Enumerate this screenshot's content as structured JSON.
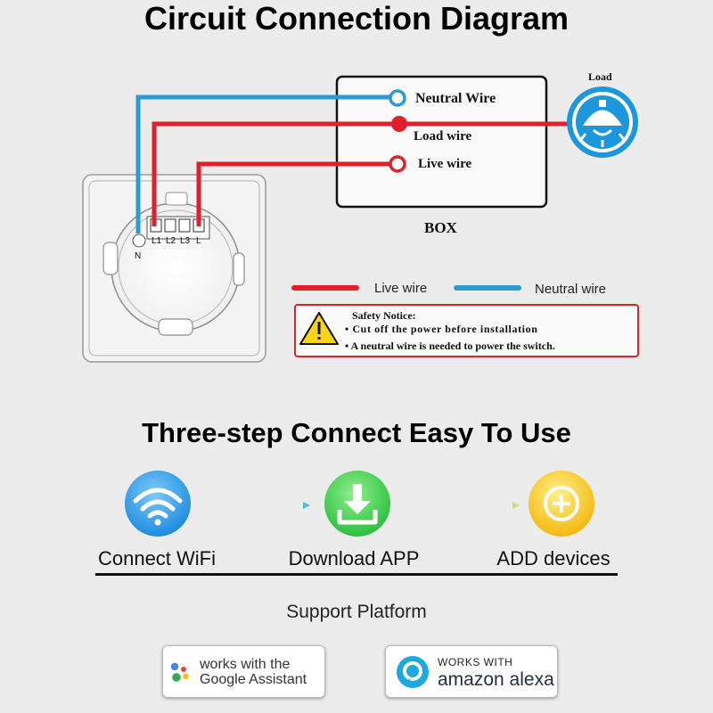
{
  "diagram": {
    "title": "Circuit Connection Diagram",
    "box_label": "BOX",
    "load_label": "Load",
    "terminals": {
      "neutral": "Neutral Wire",
      "load": "Load wire",
      "live": "Live wire"
    },
    "switch_terminals": [
      "L1",
      "L2",
      "L3",
      "L"
    ],
    "neutral_terminal": "N",
    "legend": {
      "live": "Live wire",
      "neutral": "Neutral wire"
    },
    "safety": {
      "heading": "Safety Notice:",
      "lines": [
        "Cut off the power before installation",
        "A neutral wire is needed to power the switch."
      ]
    },
    "colors": {
      "live": "#e0202a",
      "neutral": "#2b9bd6",
      "notice_border": "#d9262c"
    }
  },
  "steps": {
    "title": "Three-step Connect Easy To Use",
    "items": [
      {
        "label": "Connect WiFi",
        "icon": "wifi-icon",
        "color": "#2f9be8"
      },
      {
        "label": "Download APP",
        "icon": "download-icon",
        "color": "#3fc94a"
      },
      {
        "label": "ADD devices",
        "icon": "plus-icon",
        "color": "#f6c21a"
      }
    ]
  },
  "platform": {
    "title": "Support Platform",
    "google": {
      "line1": "works with the",
      "line2": "Google Assistant"
    },
    "alexa": {
      "line1": "WORKS WITH",
      "line2": "amazon alexa"
    }
  }
}
